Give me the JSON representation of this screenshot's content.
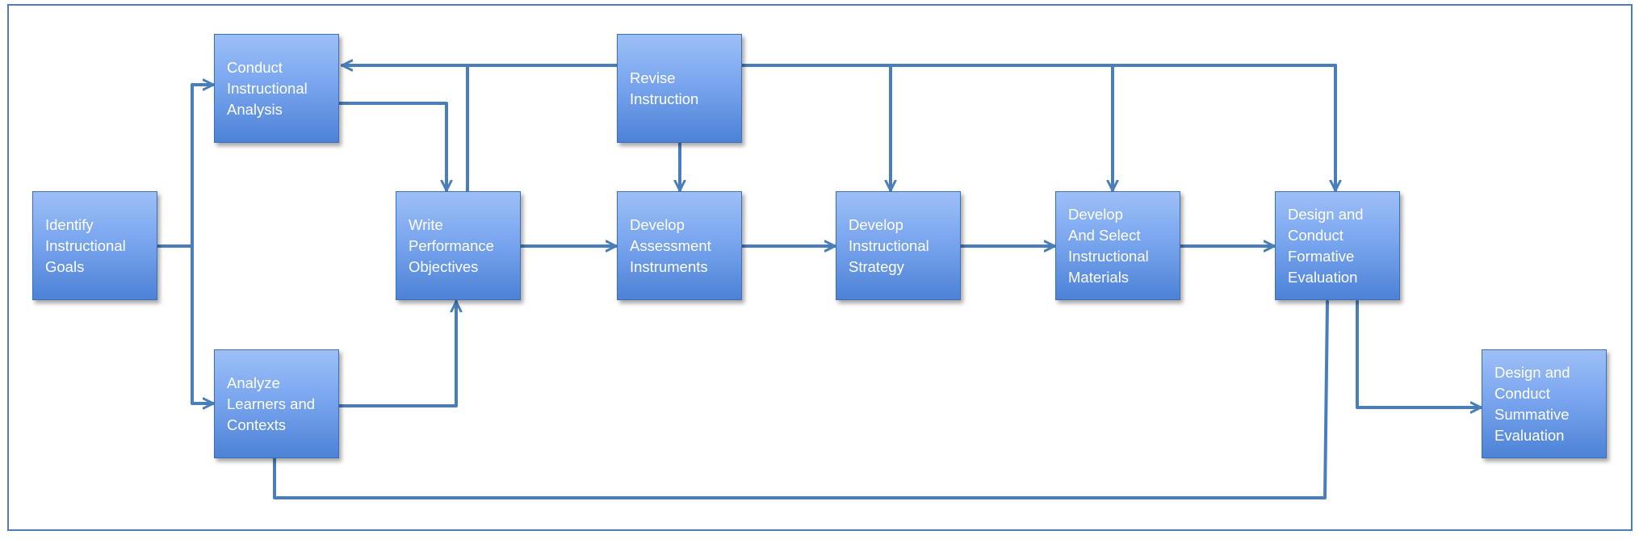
{
  "diagram": {
    "colors": {
      "box_top": "#9dbff6",
      "box_bottom": "#4d82d6",
      "connector": "#4a7ebb",
      "text": "#ffffff"
    },
    "boxes": {
      "identify_goals": "Identify\nInstructional\nGoals",
      "conduct_analysis": "Conduct\nInstructional\nAnalysis",
      "analyze_learners": "Analyze\nLearners and\nContexts",
      "write_objectives": "Write\nPerformance\nObjectives",
      "revise_instruction": "Revise\nInstruction",
      "develop_assessment": "Develop\nAssessment\nInstruments",
      "develop_strategy": "Develop\nInstructional\nStrategy",
      "develop_materials": "Develop\nAnd Select\nInstructional\nMaterials",
      "formative_evaluation": "Design and\nConduct\nFormative\nEvaluation",
      "summative_evaluation": "Design and\nConduct\nSummative\nEvaluation"
    }
  }
}
